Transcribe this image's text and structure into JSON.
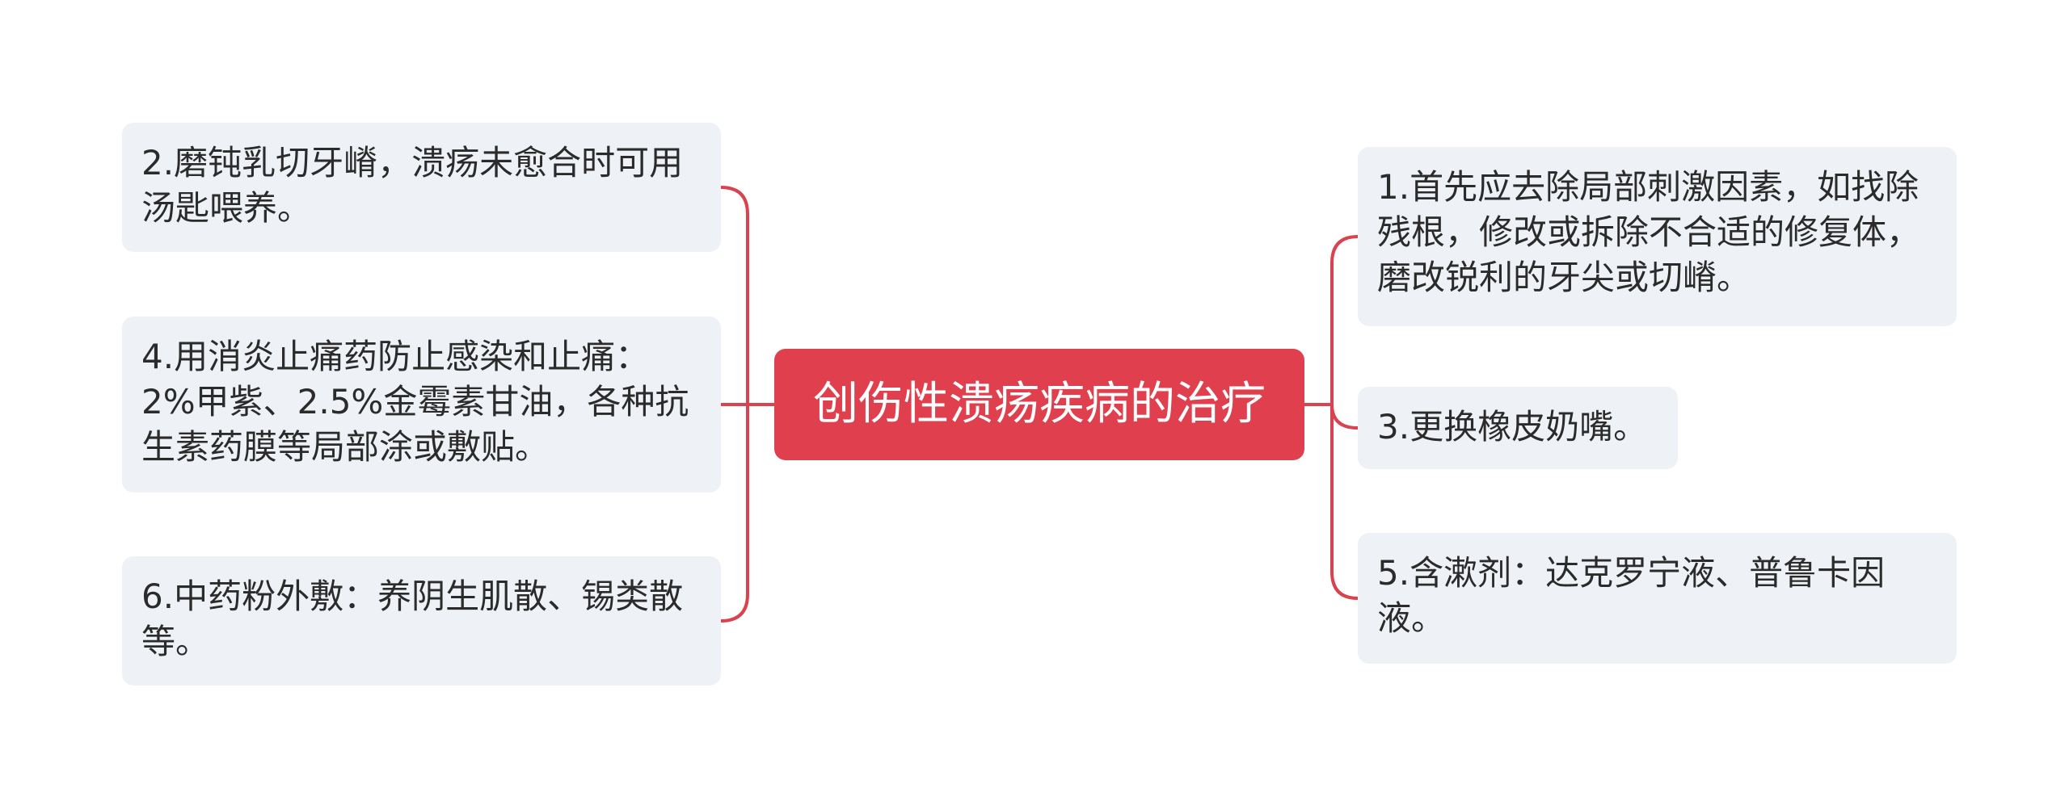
{
  "central_topic": "创伤性溃疡疾病的治疗",
  "left_branches": [
    {
      "text": "2.磨钝乳切牙嵴，溃疡未愈合时可用汤匙喂养。"
    },
    {
      "text": "4.用消炎止痛药防止感染和止痛：2%甲紫、2.5%金霉素甘油，各种抗生素药膜等局部涂或敷贴。"
    },
    {
      "text": "6.中药粉外敷：养阴生肌散、锡类散等。"
    }
  ],
  "right_branches": [
    {
      "text": "1.首先应去除局部刺激因素，如找除残根，修改或拆除不合适的修复体，磨改锐利的牙尖或切嵴。"
    },
    {
      "text": "3.更换橡皮奶嘴。"
    },
    {
      "text": "5.含漱剂：达克罗宁液、普鲁卡因液。"
    }
  ],
  "colors": {
    "central_fill": "#e0404e",
    "central_text": "#ffffff",
    "branch_fill": "#eef1f5",
    "branch_text": "#2b2b2b",
    "connector": "#d9434f"
  }
}
